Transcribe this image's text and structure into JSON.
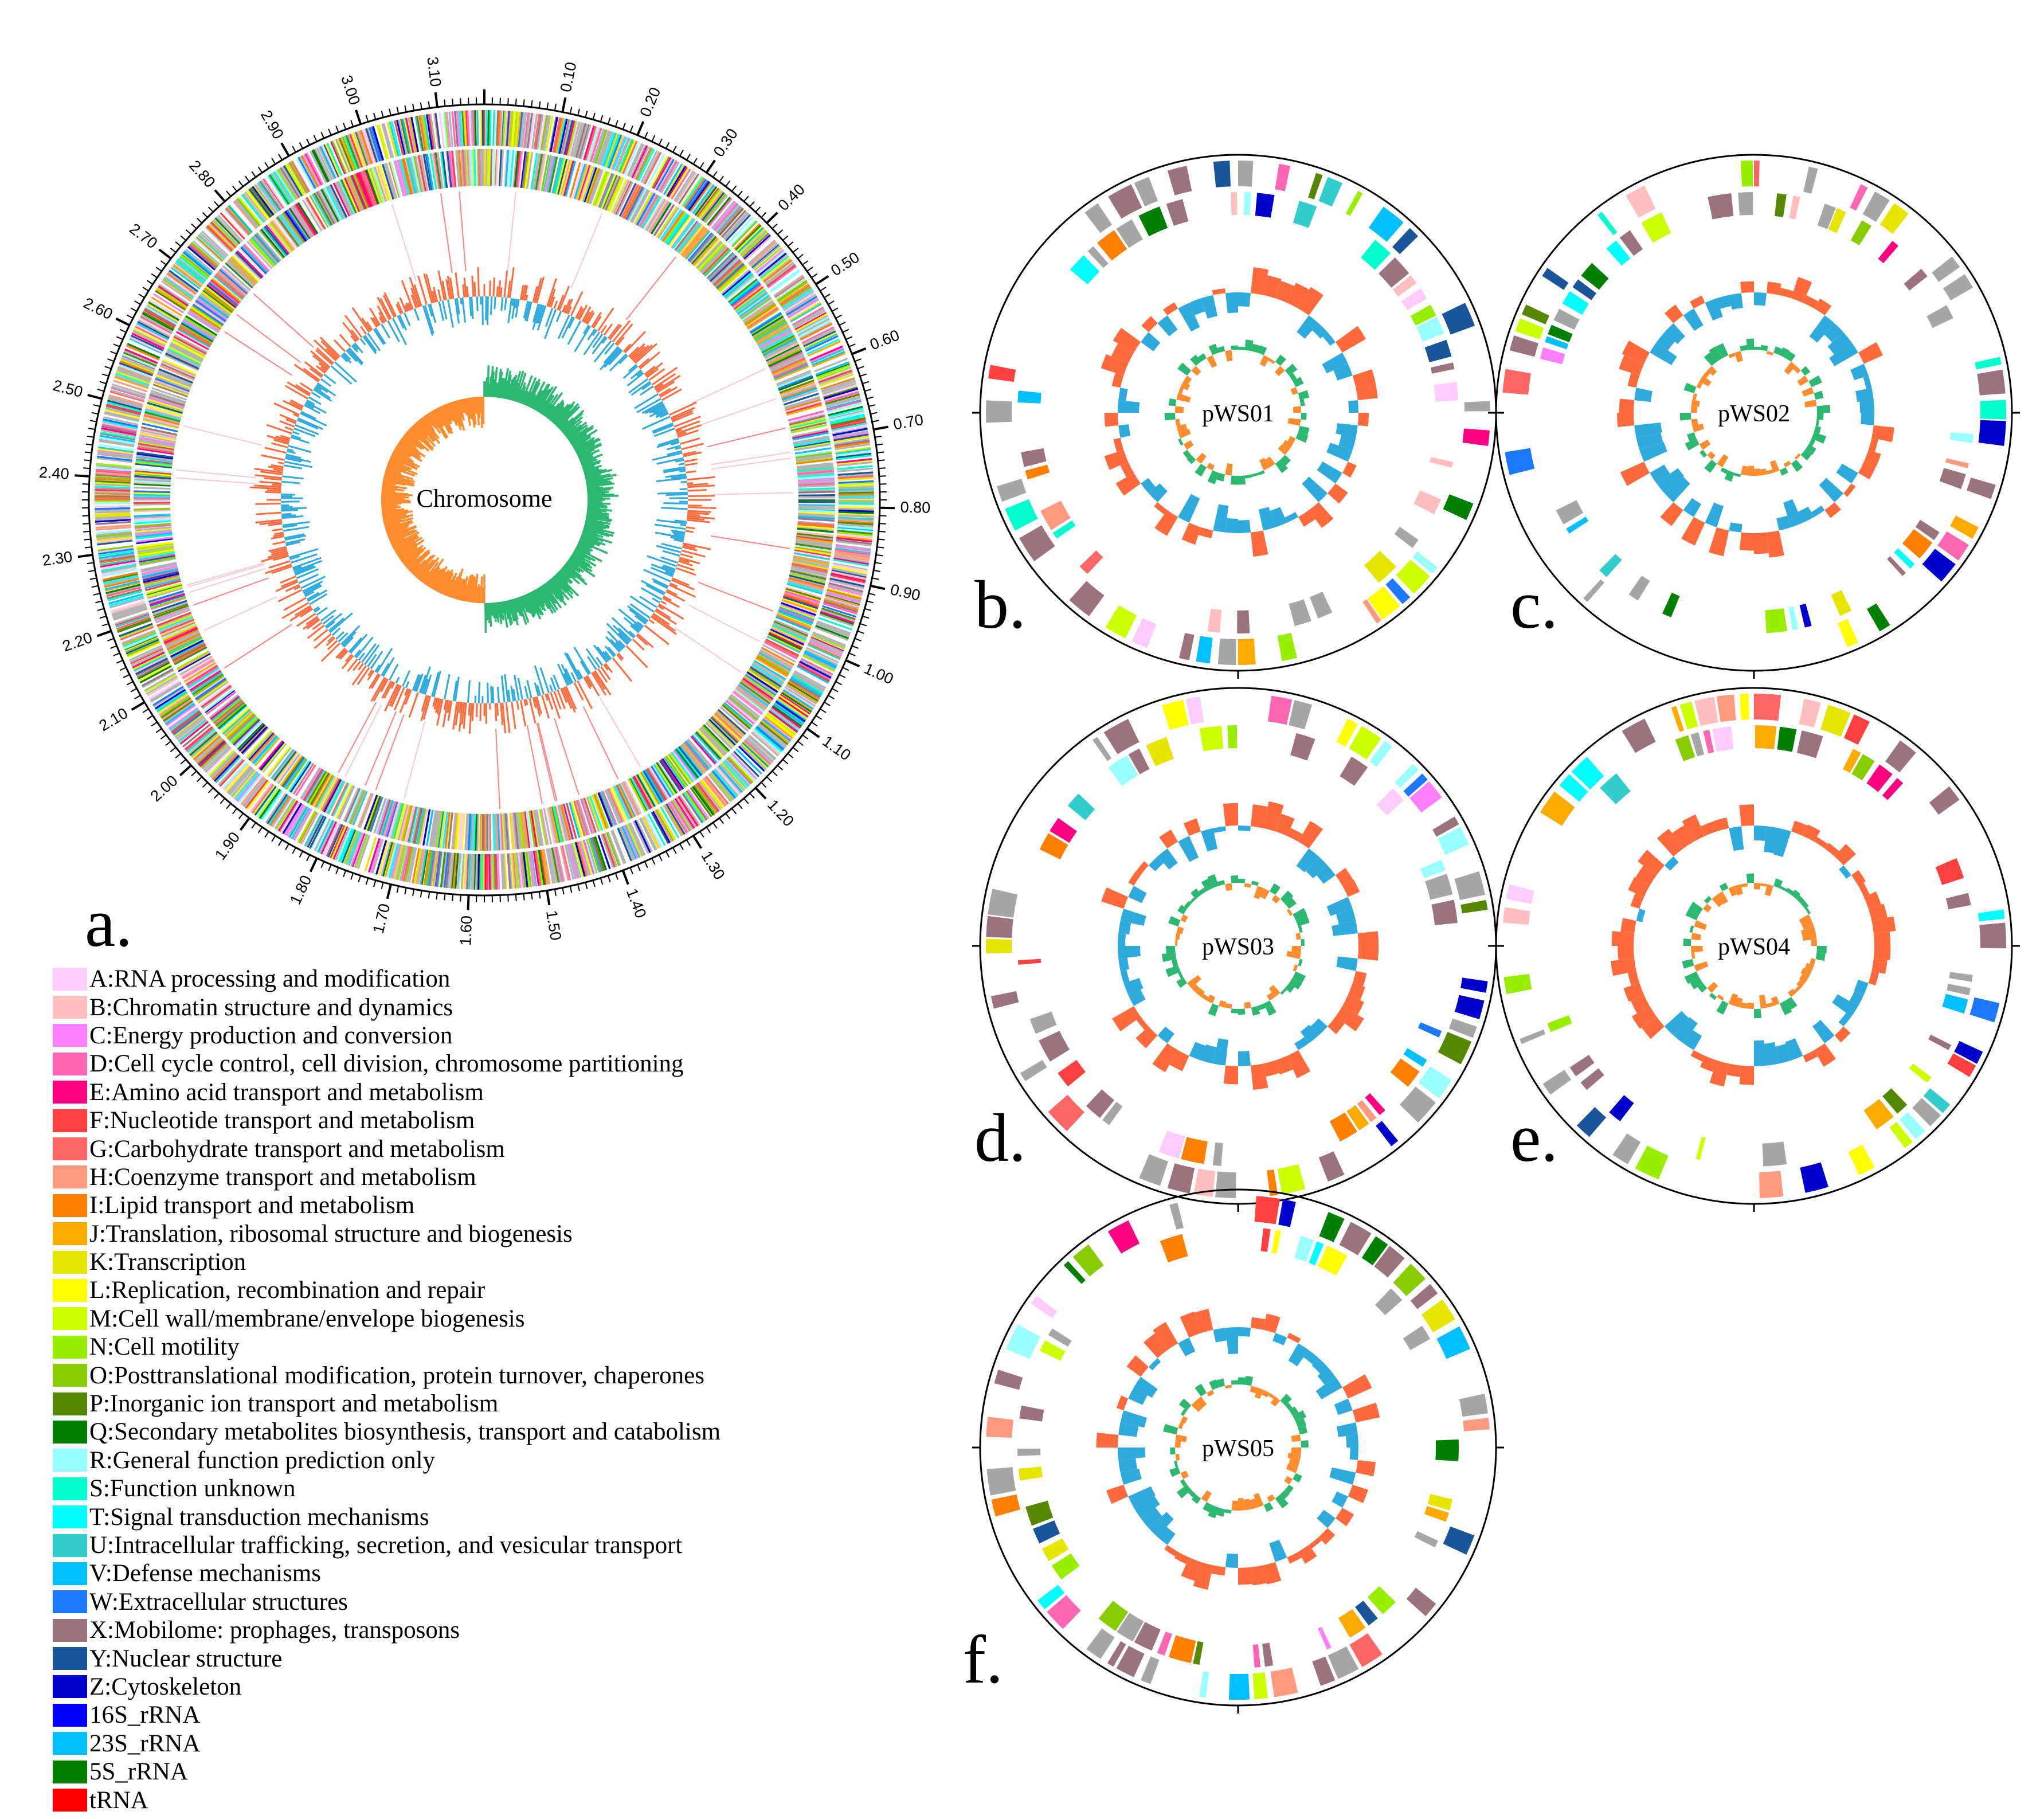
{
  "legend": [
    {
      "label": "A:RNA processing and modification",
      "color": "#ffccff"
    },
    {
      "label": "B:Chromatin structure and dynamics",
      "color": "#ffbfbf"
    },
    {
      "label": "C:Energy production and conversion",
      "color": "#ff80ff"
    },
    {
      "label": "D:Cell cycle control, cell division, chromosome partitioning",
      "color": "#ff66b3"
    },
    {
      "label": "E:Amino acid transport and metabolism",
      "color": "#ff0080"
    },
    {
      "label": "F:Nucleotide transport and metabolism",
      "color": "#ff4040"
    },
    {
      "label": "G:Carbohydrate transport and metabolism",
      "color": "#ff6666"
    },
    {
      "label": "H:Coenzyme transport and metabolism",
      "color": "#ff9980"
    },
    {
      "label": "I:Lipid transport and metabolism",
      "color": "#ff8000"
    },
    {
      "label": "J:Translation, ribosomal structure and biogenesis",
      "color": "#ffaa00"
    },
    {
      "label": "K:Transcription",
      "color": "#e5e500"
    },
    {
      "label": "L:Replication, recombination and repair",
      "color": "#ffff00"
    },
    {
      "label": "M:Cell wall/membrane/envelope biogenesis",
      "color": "#ccff00"
    },
    {
      "label": "N:Cell motility",
      "color": "#99ee00"
    },
    {
      "label": "O:Posttranslational modification, protein turnover, chaperones",
      "color": "#88cc00"
    },
    {
      "label": "P:Inorganic ion transport and metabolism",
      "color": "#558800"
    },
    {
      "label": "Q:Secondary metabolites biosynthesis, transport and catabolism",
      "color": "#008000"
    },
    {
      "label": "R:General function prediction only",
      "color": "#99ffff"
    },
    {
      "label": "S:Function unknown",
      "color": "#00ffcc"
    },
    {
      "label": "T:Signal transduction mechanisms",
      "color": "#00ffff"
    },
    {
      "label": "U:Intracellular trafficking, secretion, and vesicular transport",
      "color": "#33cccc"
    },
    {
      "label": "V:Defense mechanisms",
      "color": "#00bfff"
    },
    {
      "label": "W:Extracellular structures",
      "color": "#1e78ff"
    },
    {
      "label": "X:Mobilome: prophages, transposons",
      "color": "#9b737f"
    },
    {
      "label": "Y:Nuclear structure",
      "color": "#1a5599"
    },
    {
      "label": "Z:Cytoskeleton",
      "color": "#0000cc"
    },
    {
      "label": "16S_rRNA",
      "color": "#0000ff"
    },
    {
      "label": "23S_rRNA",
      "color": "#00bfff"
    },
    {
      "label": "5S_rRNA",
      "color": "#008000"
    },
    {
      "label": "tRNA",
      "color": "#ff0000"
    }
  ],
  "colors": {
    "gc_content": "#ff6a3d",
    "gc_skew_minus": "#2eaadc",
    "gc_skew_plus": "#2cb870",
    "gc_skew_orange": "#ff8c2e",
    "unclassified": "#a6a6a6"
  },
  "chromosome": {
    "panel_label": "a.",
    "center_label": "Chromosome",
    "ticks": [
      "0.10",
      "0.20",
      "0.30",
      "0.40",
      "0.50",
      "0.60",
      "0.70",
      "0.80",
      "0.90",
      "1.00",
      "1.10",
      "1.20",
      "1.30",
      "1.40",
      "1.50",
      "1.60",
      "1.70",
      "1.80",
      "1.90",
      "2.00",
      "2.10",
      "2.20",
      "2.30",
      "2.40",
      "2.50",
      "2.60",
      "2.70",
      "2.80",
      "2.90",
      "3.00",
      "3.10"
    ]
  },
  "plasmids": [
    {
      "panel_label": "b.",
      "center_label": "pWS01"
    },
    {
      "panel_label": "c.",
      "center_label": "pWS02"
    },
    {
      "panel_label": "d.",
      "center_label": "pWS03"
    },
    {
      "panel_label": "e.",
      "center_label": "pWS04"
    },
    {
      "panel_label": "f.",
      "center_label": "pWS05"
    }
  ]
}
